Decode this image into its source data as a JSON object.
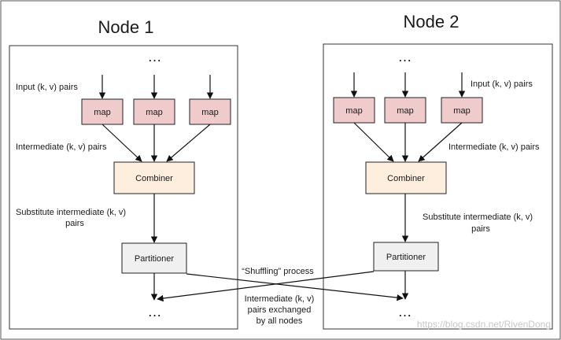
{
  "nodes": [
    {
      "title": "Node 1",
      "dots_top": "…",
      "input_label": "Input (k, v) pairs",
      "map_labels": [
        "map",
        "map",
        "map"
      ],
      "intermediate_label": "Intermediate (k, v) pairs",
      "combiner_label": "Combiner",
      "substitute_label_line1": "Substitute intermediate (k, v)",
      "substitute_label_line2": "pairs",
      "partitioner_label": "Partitioner",
      "dots_bottom": "…"
    },
    {
      "title": "Node 2",
      "dots_top": "…",
      "input_label": "Input (k, v) pairs",
      "map_labels": [
        "map",
        "map",
        "map"
      ],
      "intermediate_label": "Intermediate (k, v) pairs",
      "combiner_label": "Combiner",
      "substitute_label_line1": "Substitute intermediate (k, v)",
      "substitute_label_line2": "pairs",
      "partitioner_label": "Partitioner",
      "dots_bottom": "…"
    }
  ],
  "shuffle": {
    "process_label": "“Shuffling” process",
    "exchange_line1": "Intermediate (k, v)",
    "exchange_line2": "pairs exchanged",
    "exchange_line3": "by all nodes"
  },
  "watermark": "https://blog.csdn.net/RivenDong",
  "colors": {
    "map_fill": "#efcbcb",
    "combiner_fill": "#fdeedd",
    "partitioner_fill": "#f0f0f0",
    "border": "#222222"
  }
}
